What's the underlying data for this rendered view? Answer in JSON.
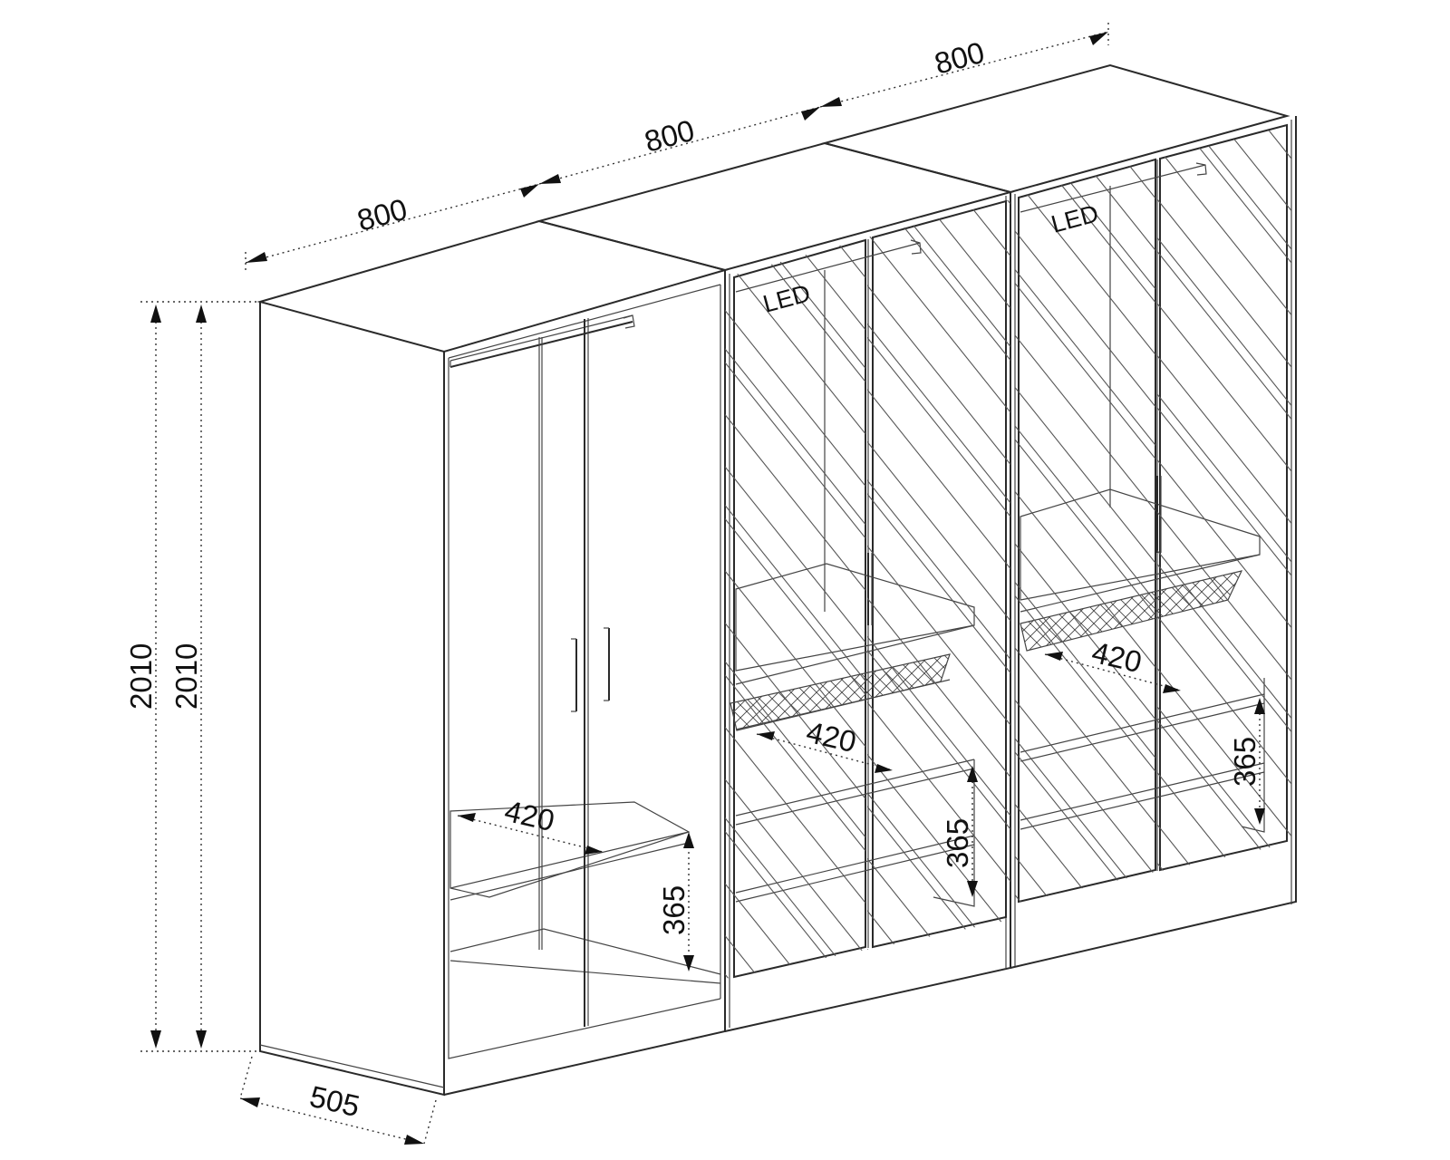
{
  "dimensions": {
    "width_1": "800",
    "width_2": "800",
    "width_3": "800",
    "height_outer": "2010",
    "height_inner": "2010",
    "depth": "505",
    "shelf_depth_1": "420",
    "shelf_depth_2": "420",
    "shelf_depth_3": "420",
    "drawer_height_1": "365",
    "drawer_height_2": "365",
    "drawer_height_3": "365"
  },
  "labels": {
    "led_1": "LED",
    "led_2": "LED"
  }
}
